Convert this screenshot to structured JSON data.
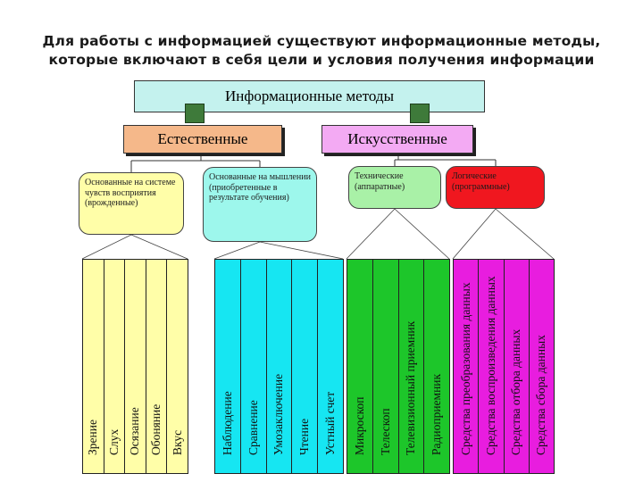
{
  "title": {
    "line1": "Для работы с информацией существуют информационные методы,",
    "line2": "которые включают в себя цели и условия получения информации"
  },
  "main": {
    "label": "Информационные методы"
  },
  "natural": {
    "label": "Естественные"
  },
  "artificial": {
    "label": "Искусственные"
  },
  "subs": [
    {
      "text": "Основанные на системе чувств восприятия (врожденные)"
    },
    {
      "text": "Основанные на мышлении (приобретенные в результате обучения)"
    },
    {
      "text": "Технические (аппаратные)"
    },
    {
      "text": "Логические (программные)"
    }
  ],
  "columns": [
    {
      "label": "Зрение",
      "color": "#fffea8"
    },
    {
      "label": "Слух",
      "color": "#fffea8"
    },
    {
      "label": "Осязание",
      "color": "#fffea8"
    },
    {
      "label": "Обоняние",
      "color": "#fffea8"
    },
    {
      "label": "Вкус",
      "color": "#fffea8"
    },
    {
      "label": "Наблюдение",
      "color": "#16e6f2"
    },
    {
      "label": "Сравнение",
      "color": "#16e6f2"
    },
    {
      "label": "Умозаключение",
      "color": "#16e6f2"
    },
    {
      "label": "Чтение",
      "color": "#16e6f2"
    },
    {
      "label": "Устный счет",
      "color": "#16e6f2"
    },
    {
      "label": "Микроскоп",
      "color": "#1dc62a"
    },
    {
      "label": "Телескоп",
      "color": "#1dc62a"
    },
    {
      "label": "Телевизионный приемник",
      "color": "#1dc62a"
    },
    {
      "label": "Радиоприемник",
      "color": "#1dc62a"
    },
    {
      "label": "Средства преобразования данных",
      "color": "#e81ddf"
    },
    {
      "label": "Средства воспроизведения данных",
      "color": "#e81ddf"
    },
    {
      "label": "Средства отбора данных",
      "color": "#e81ddf"
    },
    {
      "label": "Средства сбора данных",
      "color": "#e81ddf"
    }
  ]
}
